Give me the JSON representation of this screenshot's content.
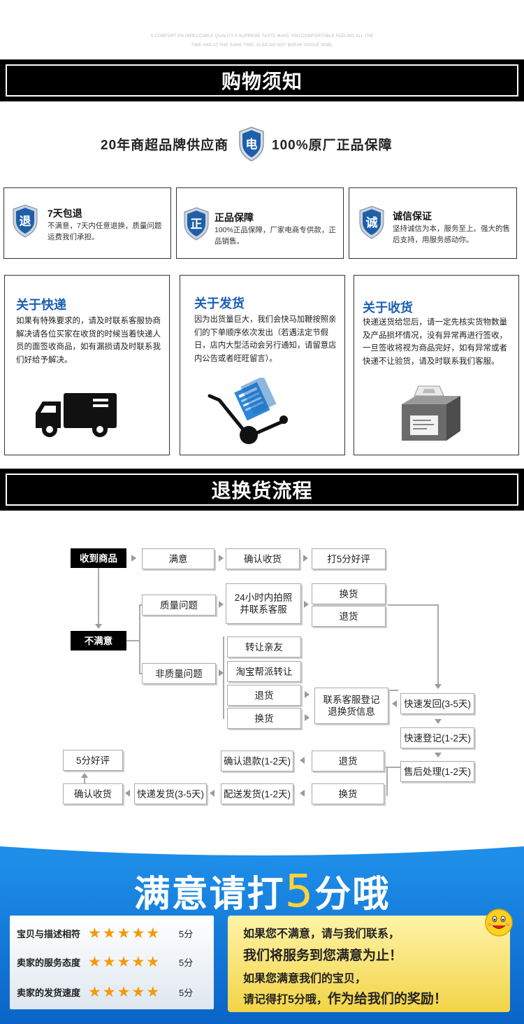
{
  "tagline": {
    "line1": "A COMFORT AN IMPECCABLE QUALITY A SUPREME TASTE MAKE YOU COMFORTABLE FEELING ALL THE",
    "line2": "TIME AND AT THE SAME TIME, ALSO DO NOT BREAK VOGUE NOBL"
  },
  "banners": {
    "shopping_notice": "购物须知",
    "return_process": "退换货流程"
  },
  "guarantee": {
    "left_text": "20年商超品牌供应商",
    "center_badge": "电",
    "right_text": "100%原厂正品保障"
  },
  "promises": [
    {
      "badge": "退",
      "title": "7天包退",
      "desc": "不满意，7天内任意退换，质量问题运费我们承担。"
    },
    {
      "badge": "正",
      "title": "正品保障",
      "desc": "100%正品保障，厂家电商专供款，正品销售。"
    },
    {
      "badge": "诚",
      "title": "诚信保证",
      "desc": "坚持诚信为本，服务至上。强大的售后支持，用服务感动你。"
    }
  ],
  "info": [
    {
      "title": "关于快递",
      "desc": "如果有特殊要求的，请及时联系客服协商解决请各位买家在收货的时候当着快递人员的面签收商品，如有漏损请及时联系我们好给予解决。",
      "icon": "truck-icon"
    },
    {
      "title": "关于发货",
      "desc": "因为出货量巨大，我们会快马加鞭按照亲们的下单顺序依次发出（若遇法定节假日，店内大型活动会另行通知，请留意店内公告或者旺旺留言）。",
      "icon": "hand-truck-icon"
    },
    {
      "title": "关于收货",
      "desc": "快递送货给您后，请一定先核实货物数量及产品损坏情况，没有异常再进行签收，一旦签收将视为商品完好，如有异常或者快递不让验货，请及时联系我们客服。",
      "icon": "package-icon"
    }
  ],
  "flow": {
    "receive": "收到商品",
    "satisfied": "满意",
    "confirm_receipt": "确认收货",
    "five_star": "打5分好评",
    "unsatisfied": "不满意",
    "quality_issue": "质量问题",
    "photo_24h_l1": "24小时内拍照",
    "photo_24h_l2": "并联系客服",
    "exchange": "换货",
    "return": "退货",
    "non_quality": "非质量问题",
    "transfer_friends": "转让亲友",
    "taobao_transfer": "淘宝帮派转让",
    "return2": "退货",
    "exchange2": "换货",
    "contact_l1": "联系客服登记",
    "contact_l2": "退换货信息",
    "quick_ship_back": "快速发回(3-5天)",
    "quick_register": "快速登记(1-2天)",
    "after_sale": "售后处理(1-2天)",
    "return3": "退货",
    "exchange3": "换货",
    "confirm_refund": "确认退款(1-2天)",
    "ship_out": "配送发货(1-2天)",
    "express_ship": "快递发货(3-5天)",
    "confirm_receipt2": "确认收货",
    "five_star2": "5分好评"
  },
  "footer": {
    "title_before": "满意请打",
    "title_number": "5",
    "title_after": "分哦",
    "ratings": [
      {
        "label": "宝贝与描述相符",
        "stars": 5,
        "score": "5分"
      },
      {
        "label": "卖家的服务态度",
        "stars": 5,
        "score": "5分"
      },
      {
        "label": "卖家的发货速度",
        "stars": 5,
        "score": "5分"
      }
    ],
    "msg_line1": "如果您不满意，请与我们联系，",
    "msg_line2": "我们将服务到您满意为止！",
    "msg_line3": "如果您满意我们的宝贝，",
    "msg_line4a": "请记得打5分哦，",
    "msg_line4b": "作为给我们的奖励！",
    "colors": {
      "panel_blue": "#1677d8",
      "star_orange": "#f39a0b",
      "five_yellow": "#ffd33a",
      "msg_yellow": "#f7e06a"
    }
  }
}
